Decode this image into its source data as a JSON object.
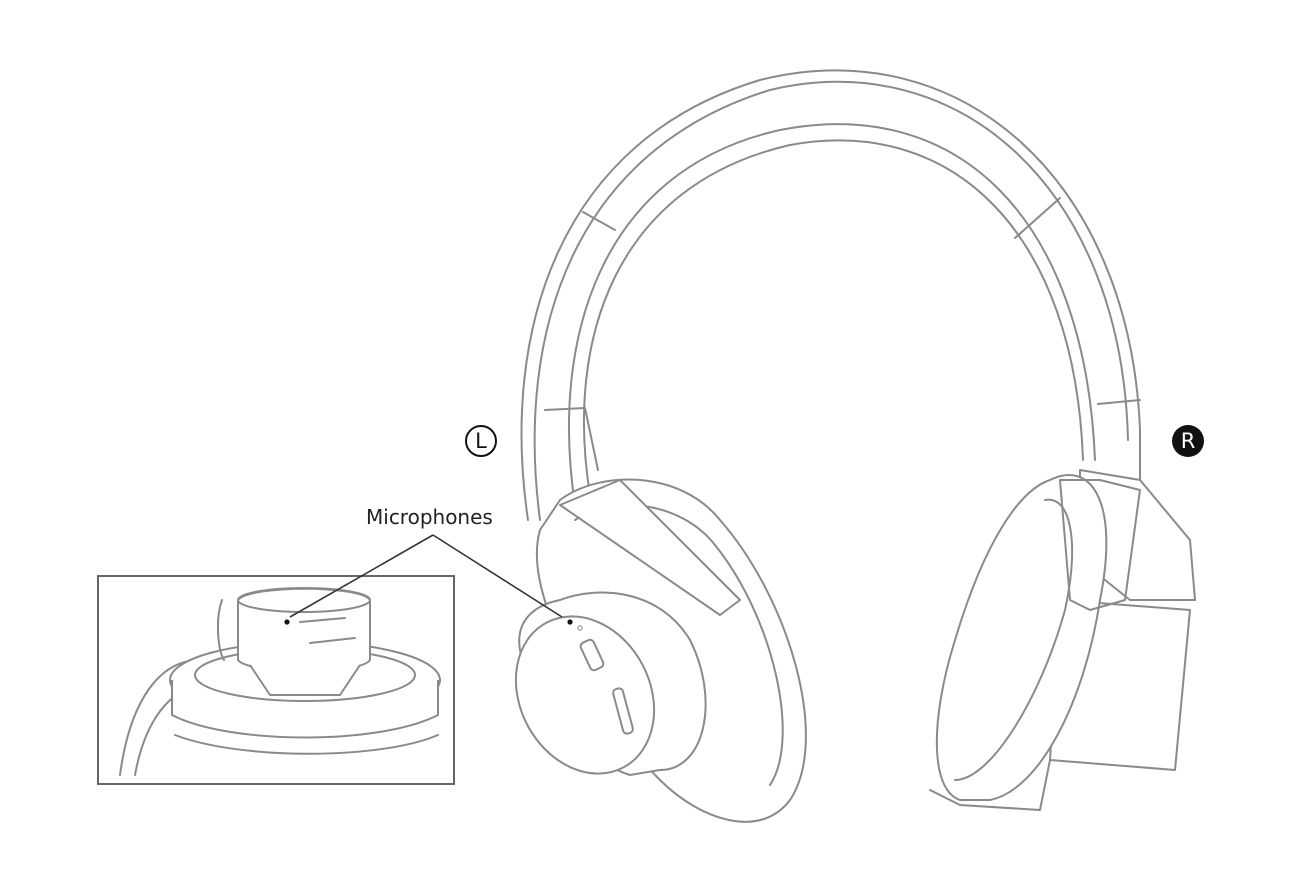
{
  "labels": {
    "microphones": "Microphones",
    "left": "L",
    "right": "R"
  },
  "colors": {
    "line": "#8a8a8a",
    "leader": "#333333",
    "inset_border": "#666666"
  }
}
